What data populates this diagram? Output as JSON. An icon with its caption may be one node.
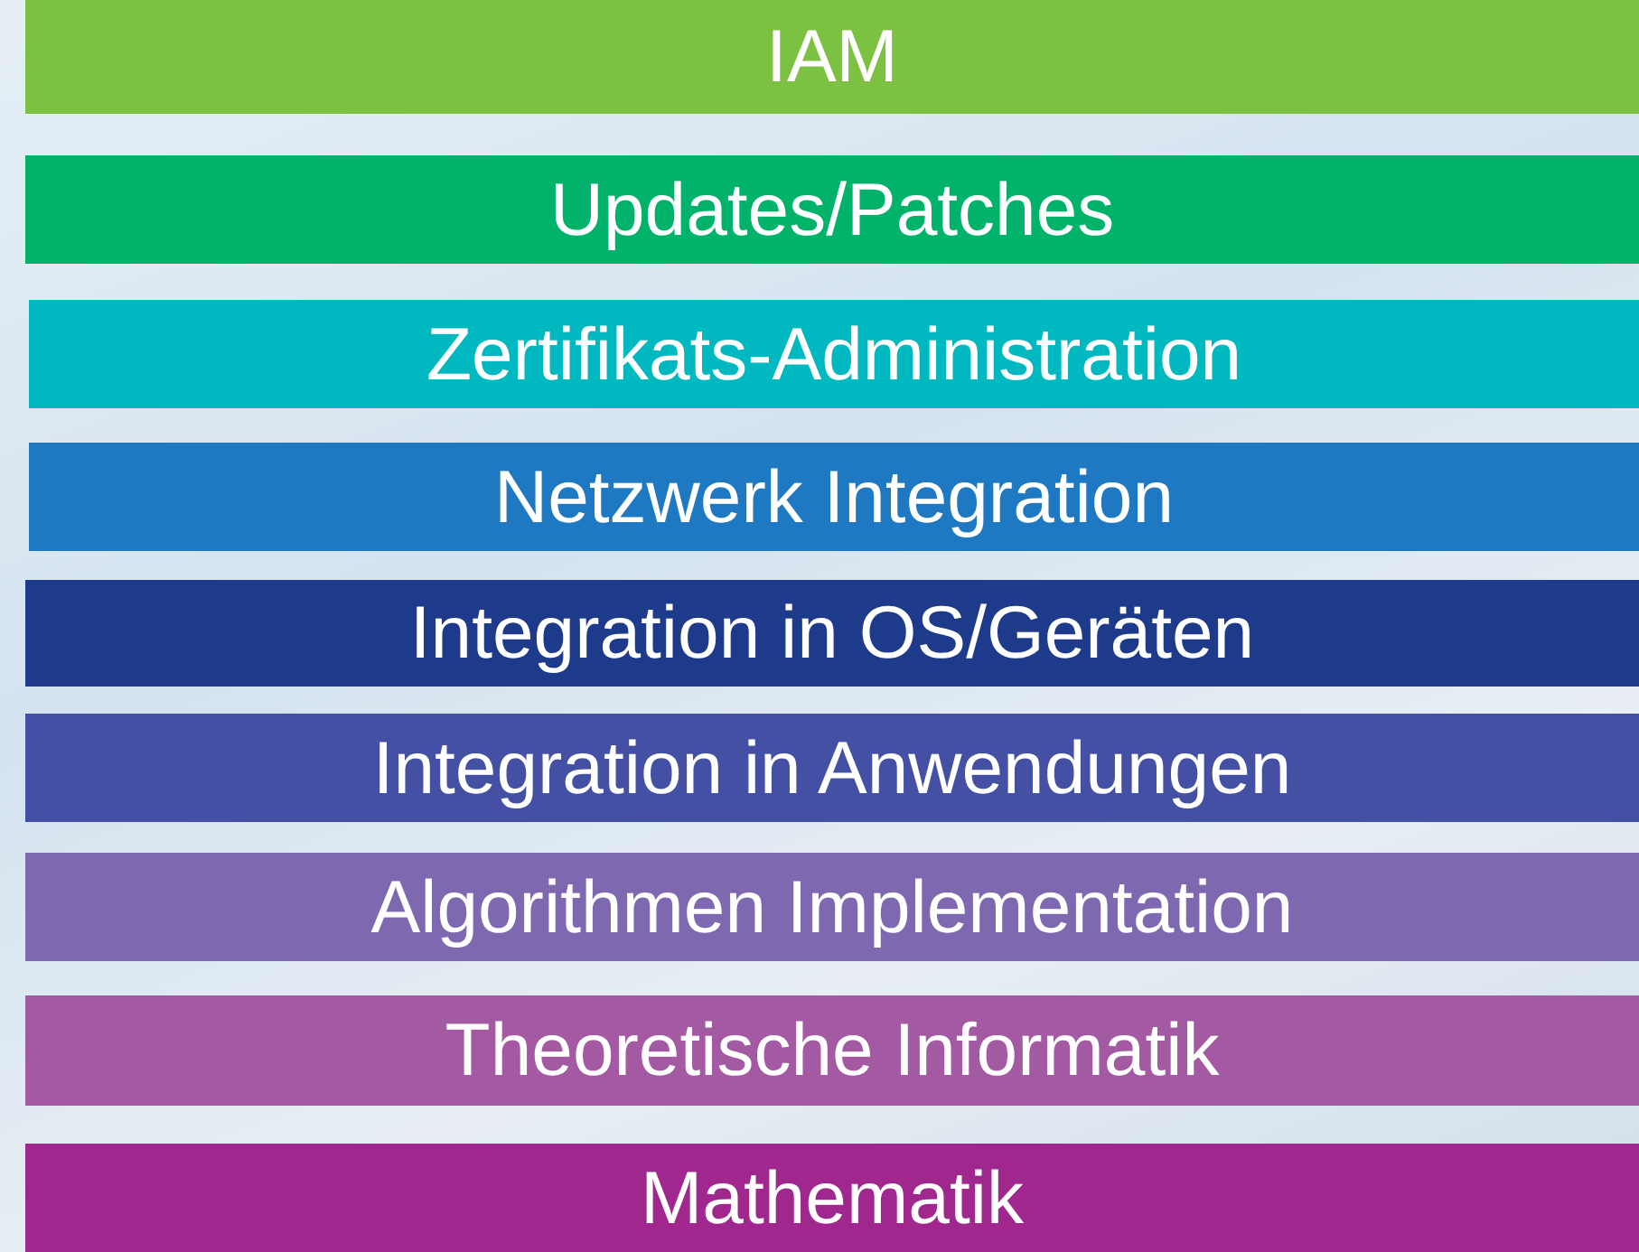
{
  "diagram": {
    "nodes": [
      {
        "text": [
          "IAM"
        ]
      },
      {
        "text": [
          "Updates/Patches"
        ]
      },
      {
        "text": [
          "Zertifikats-Administration"
        ]
      },
      {
        "text": [
          "Netzwerk Integration"
        ]
      },
      {
        "text": [
          "Integration in OS/Geräten"
        ]
      },
      {
        "text": [
          "Integration in Anwendungen"
        ]
      },
      {
        "text": [
          "Algorithmen Implementation"
        ]
      },
      {
        "text": [
          "Theoretische Informatik"
        ]
      },
      {
        "text": [
          "Mathematik"
        ]
      }
    ]
  }
}
